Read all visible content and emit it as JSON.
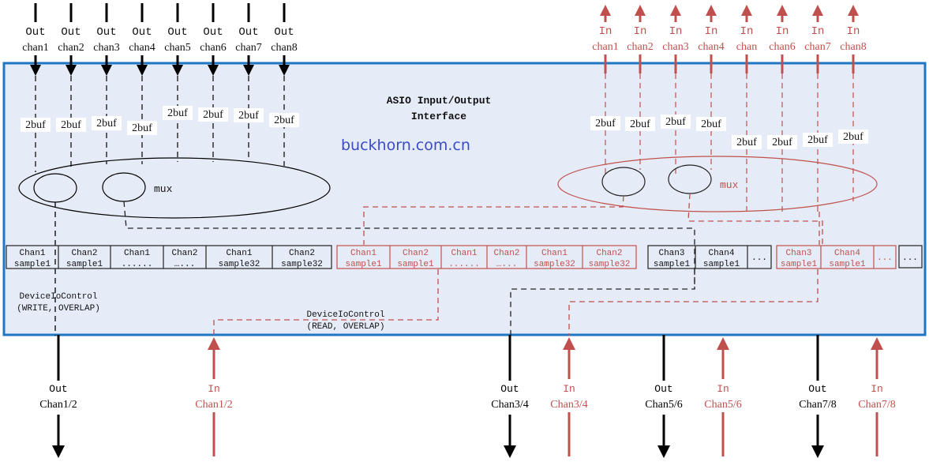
{
  "colors": {
    "interface_fill": "#e6ecf7",
    "interface_border": "#1f77c4",
    "out_color": "#000000",
    "in_color": "#c0504d",
    "watermark": "#3b4bc8"
  },
  "interface": {
    "title_line1": "ASIO Input/Output",
    "title_line2": "Interface",
    "watermark": "buckhorn.com.cn"
  },
  "out_channels": [
    {
      "line1": "Out",
      "line2": "chan1",
      "buf": "2buf"
    },
    {
      "line1": "Out",
      "line2": "chan2",
      "buf": "2buf"
    },
    {
      "line1": "Out",
      "line2": "chan3",
      "buf": "2buf"
    },
    {
      "line1": "Out",
      "line2": "chan4",
      "buf": "2buf"
    },
    {
      "line1": "Out",
      "line2": "chan5",
      "buf": "2buf"
    },
    {
      "line1": "Out",
      "line2": "chan6",
      "buf": "2buf"
    },
    {
      "line1": "Out",
      "line2": "chan7",
      "buf": "2buf"
    },
    {
      "line1": "Out",
      "line2": "chan8",
      "buf": "2buf"
    }
  ],
  "in_channels": [
    {
      "line1": "In",
      "line2": "chan1",
      "buf": "2buf"
    },
    {
      "line1": "In",
      "line2": "chan2",
      "buf": "2buf"
    },
    {
      "line1": "In",
      "line2": "chan3",
      "buf": "2buf"
    },
    {
      "line1": "In",
      "line2": "chan4",
      "buf": "2buf"
    },
    {
      "line1": "In",
      "line2": "chan",
      "buf": "2buf"
    },
    {
      "line1": "In",
      "line2": "chan6",
      "buf": "2buf"
    },
    {
      "line1": "In",
      "line2": "chan7",
      "buf": "2buf"
    },
    {
      "line1": "In",
      "line2": "chan8",
      "buf": "2buf"
    }
  ],
  "mux_out_label": "mux",
  "mux_in_label": "mux",
  "out_buffer_12": [
    {
      "l1": "Chan1",
      "l2": "sample1"
    },
    {
      "l1": "Chan2",
      "l2": "sample1"
    },
    {
      "l1": "Chan1",
      "l2": "......"
    },
    {
      "l1": "Chan2",
      "l2": "…..."
    },
    {
      "l1": "Chan1",
      "l2": "sample32"
    },
    {
      "l1": "Chan2",
      "l2": "sample32"
    }
  ],
  "in_buffer_12": [
    {
      "l1": "Chan1",
      "l2": "sample1"
    },
    {
      "l1": "Chan2",
      "l2": "sample1"
    },
    {
      "l1": "Chan1",
      "l2": "......"
    },
    {
      "l1": "Chan2",
      "l2": "…..."
    },
    {
      "l1": "Chan1",
      "l2": "sample32"
    },
    {
      "l1": "Chan2",
      "l2": "sample32"
    }
  ],
  "out_buffer_34": [
    {
      "l1": "Chan3",
      "l2": "sample1"
    },
    {
      "l1": "Chan4",
      "l2": "sample1"
    },
    {
      "l1": "...",
      "l2": ""
    }
  ],
  "in_buffer_34": [
    {
      "l1": "Chan3",
      "l2": "sample1"
    },
    {
      "l1": "Chan4",
      "l2": "sample1"
    },
    {
      "l1": "...",
      "l2": ""
    }
  ],
  "more_buffer": "...",
  "write_call": {
    "line1": "DeviceIoControl",
    "line2": "(WRITE, OVERLAP)"
  },
  "read_call": {
    "line1": "DeviceIoControl",
    "line2": "(READ, OVERLAP)"
  },
  "bottom_ports": [
    {
      "dir": "out",
      "line1": "Out",
      "line2": "Chan1/2"
    },
    {
      "dir": "in",
      "line1": "In",
      "line2": "Chan1/2"
    },
    {
      "dir": "out",
      "line1": "Out",
      "line2": "Chan3/4"
    },
    {
      "dir": "in",
      "line1": "In",
      "line2": "Chan3/4"
    },
    {
      "dir": "out",
      "line1": "Out",
      "line2": "Chan5/6"
    },
    {
      "dir": "in",
      "line1": "In",
      "line2": "Chan5/6"
    },
    {
      "dir": "out",
      "line1": "Out",
      "line2": "Chan7/8"
    },
    {
      "dir": "in",
      "line1": "In",
      "line2": "Chan7/8"
    }
  ]
}
